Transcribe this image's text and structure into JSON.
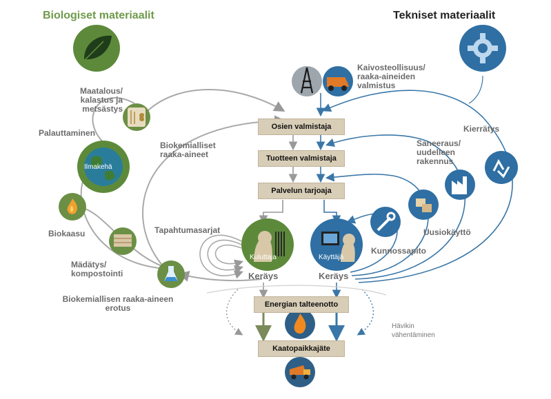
{
  "headers": {
    "bio": "Biologiset materiaalit",
    "tech": "Tekniset materiaalit"
  },
  "left_labels": {
    "agri": "Maatalous/\nkalastus ja\nmetsästys",
    "return": "Palauttaminen",
    "biochem": "Biokemialliset\nraaka-aineet",
    "biogas": "Biokaasu",
    "digest": "Mädätys/\nkompostointi",
    "extract": "Biokemiallisen raaka-aineen\nerotus",
    "cascades": "Tapahtumasarjat"
  },
  "right_labels": {
    "mining": "Kaivosteollisuus/\nraaka-aineiden\nvalmistus",
    "recycle": "Kierrätys",
    "refurb": "Saneeraus/\nuudelleen\nrakennus",
    "reuse": "Uusiokäyttö",
    "maint": "Kunnossapito",
    "leak": "Hävikin\nvähentäminen"
  },
  "boxes": {
    "parts": "Osien valmistaja",
    "product": "Tuotteen valmistaja",
    "service": "Palvelun tarjoaja",
    "energy": "Energian talteenotto",
    "landfill": "Kaatopaikkajäte"
  },
  "circles": {
    "atmosphere": "Ilmakehä",
    "consumer": "Kuluttaja",
    "user": "Käyttäjä"
  },
  "collection": {
    "left": "Keräys",
    "right": "Keräys"
  },
  "icons": [
    "leaf-icon",
    "gear-icon",
    "oil-rig-icon",
    "mining-truck-icon",
    "crops-fish-icon",
    "globe-icon",
    "flame-icon",
    "compost-icon",
    "flask-icon",
    "recycle-icon",
    "factory-icon",
    "boxes-icon",
    "wrench-icon",
    "person-icon",
    "computer-icon",
    "dump-truck-icon"
  ],
  "colors": {
    "bio_green": "#6f9a4a",
    "tech_blue": "#3a77a8",
    "box_beige": "#d8cdb6",
    "arrow_gray": "#9a9a9a"
  }
}
